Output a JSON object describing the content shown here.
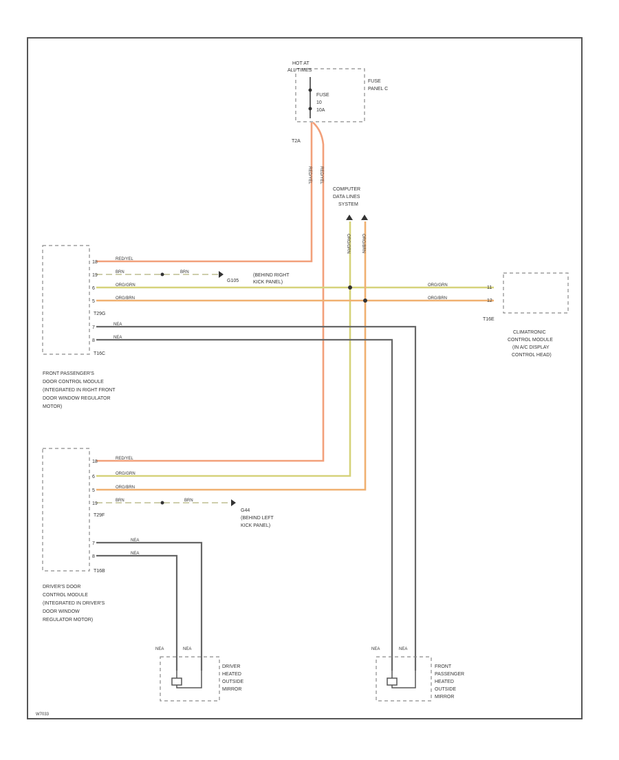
{
  "diagram": {
    "fuse_panel": {
      "hot_label": [
        "HOT AT",
        "ALL TIMES"
      ],
      "fuse_label": [
        "FUSE",
        "10",
        "10A"
      ],
      "panel_label": [
        "FUSE",
        "PANEL C"
      ],
      "terminal": "T2A"
    },
    "data_bus": {
      "label": [
        "COMPUTER",
        "DATA LINES",
        "SYSTEM"
      ]
    },
    "ground_upper": {
      "label": [
        "G105",
        "(BEHIND RIGHT",
        "KICK PANEL)"
      ]
    },
    "ground_lower": {
      "label": [
        "G44",
        "(BEHIND LEFT",
        "KICK PANEL)"
      ]
    },
    "front_pass_module": {
      "label": [
        "FRONT PASSENGER'S",
        "DOOR CONTROL MODULE",
        "(INTEGRATED IN RIGHT FRONT",
        "DOOR WINDOW REGULATOR",
        "MOTOR)"
      ],
      "connector_top": "T29G",
      "connector_bottom": "T16C",
      "pins": [
        "18",
        "19",
        "6",
        "5",
        "7",
        "8"
      ]
    },
    "climatronic": {
      "label": [
        "CLIMATRONIC",
        "CONTROL MODULE",
        "(IN A/C DISPLAY",
        "CONTROL HEAD)"
      ],
      "connector": "T16E",
      "pins": [
        "11",
        "12"
      ]
    },
    "driver_module": {
      "label": [
        "DRIVER'S DOOR",
        "CONTROL MODULE",
        "(INTEGRATED IN DRIVER'S",
        "DOOR WINDOW",
        "REGULATOR MOTOR)"
      ],
      "connector_top": "T29F",
      "connector_bottom": "T16B",
      "pins": [
        "18",
        "6",
        "5",
        "19",
        "7",
        "8"
      ]
    },
    "driver_mirror": {
      "label": [
        "DRIVER",
        "HEATED",
        "OUTSIDE",
        "MIRROR"
      ],
      "wires": [
        "NEA",
        "NEA"
      ]
    },
    "pass_mirror": {
      "label": [
        "FRONT",
        "PASSENGER",
        "HEATED",
        "OUTSIDE",
        "MIRROR"
      ],
      "wires": [
        "NEA",
        "NEA"
      ]
    },
    "wire_labels": {
      "red_yel": "RED/YEL",
      "brn": "BRN",
      "org_grn": "ORG/GRN",
      "org_brn": "ORG/BRN",
      "nea": "NEA"
    },
    "footer_code": "W7033"
  }
}
